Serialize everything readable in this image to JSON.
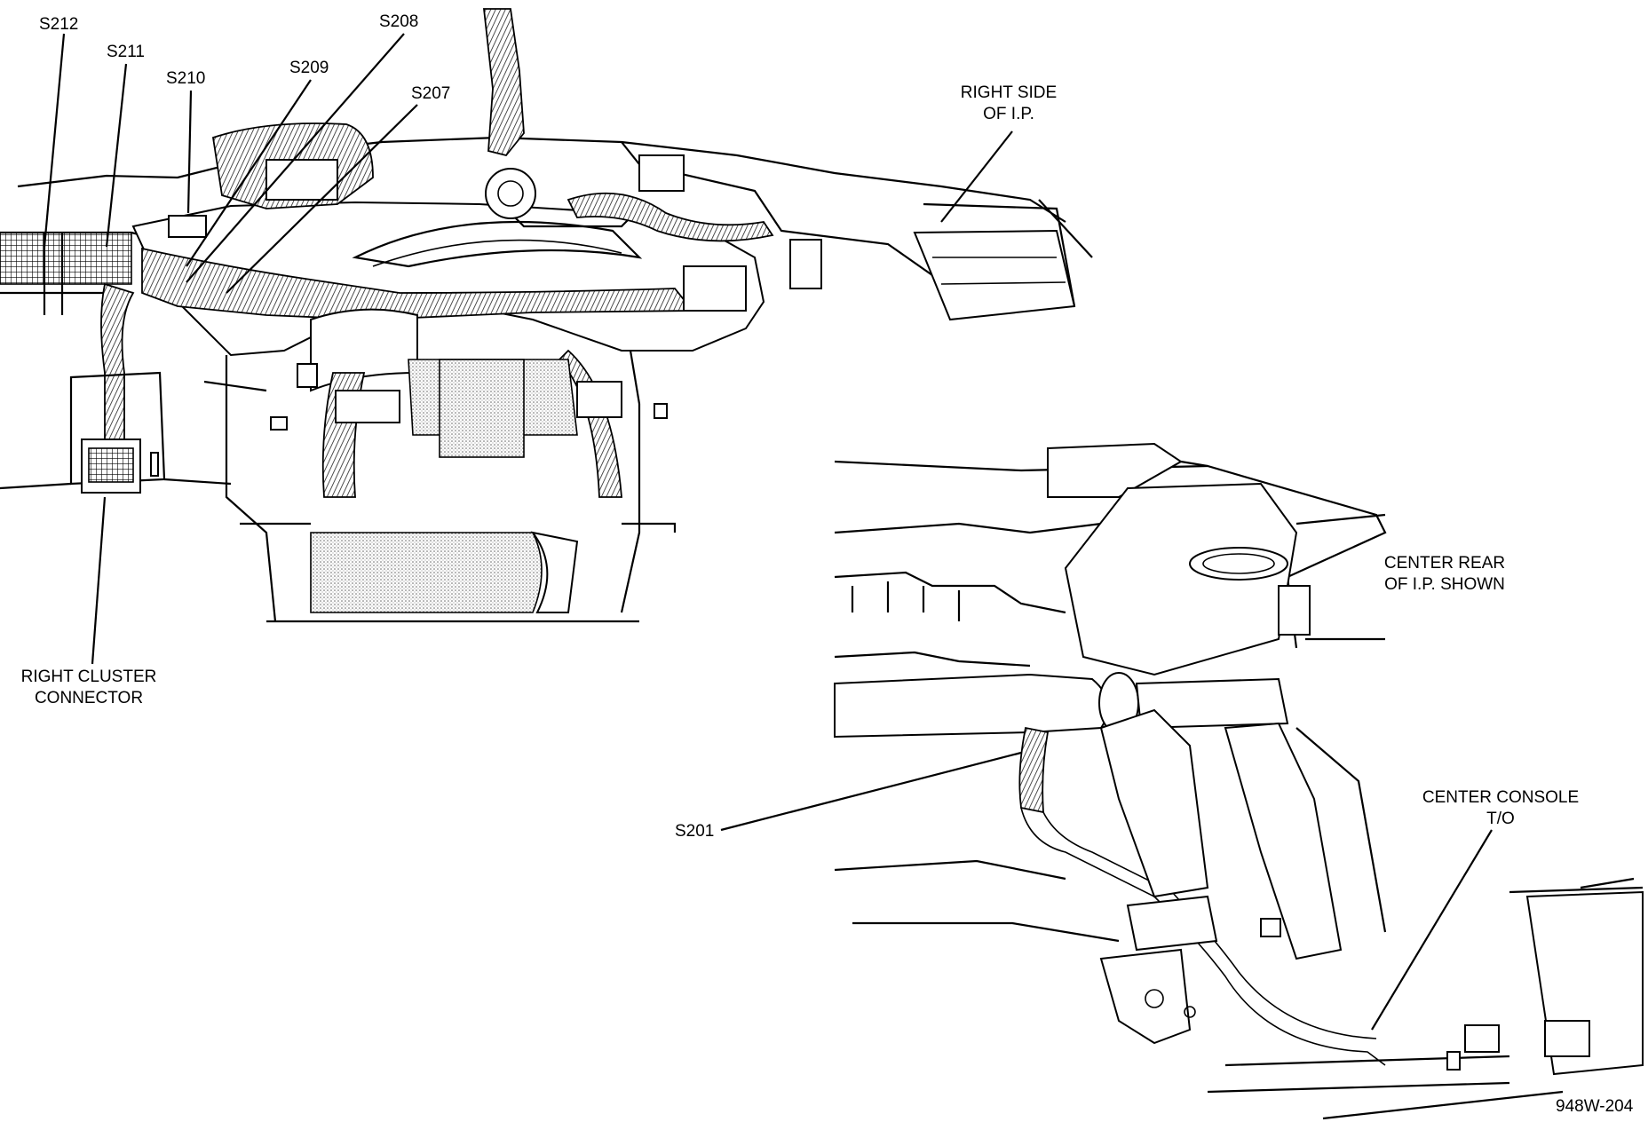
{
  "diagram": {
    "labels": {
      "s212": "S212",
      "s211": "S211",
      "s210": "S210",
      "s209": "S209",
      "s208": "S208",
      "s207": "S207",
      "right_side_ip_1": "RIGHT SIDE",
      "right_side_ip_2": "OF I.P.",
      "right_cluster_1": "RIGHT CLUSTER",
      "right_cluster_2": "CONNECTOR",
      "center_rear_1": "CENTER REAR",
      "center_rear_2": "OF I.P. SHOWN",
      "s201": "S201",
      "center_console_1": "CENTER CONSOLE",
      "center_console_2": "T/O",
      "figure_id": "948W-204"
    }
  }
}
